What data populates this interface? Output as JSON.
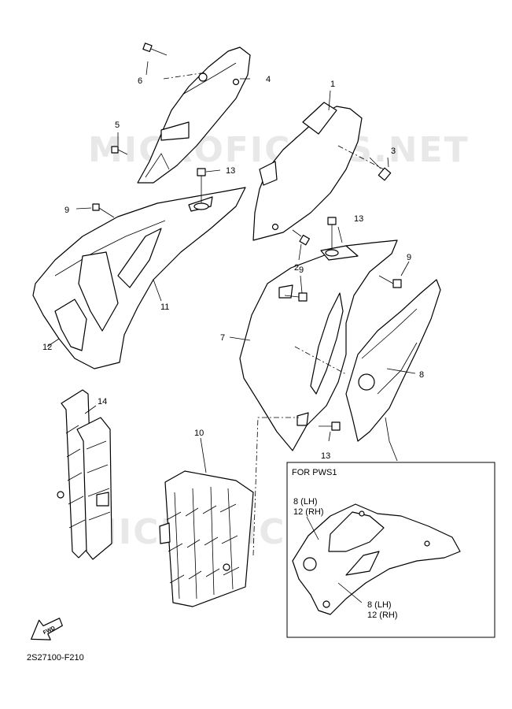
{
  "callouts": [
    {
      "id": "1",
      "label": "1"
    },
    {
      "id": "2",
      "label": "2"
    },
    {
      "id": "3",
      "label": "3"
    },
    {
      "id": "4",
      "label": "4"
    },
    {
      "id": "5",
      "label": "5"
    },
    {
      "id": "6",
      "label": "6"
    },
    {
      "id": "7",
      "label": "7"
    },
    {
      "id": "8",
      "label": "8"
    },
    {
      "id": "9a",
      "label": "9"
    },
    {
      "id": "9b",
      "label": "9"
    },
    {
      "id": "9c",
      "label": "9"
    },
    {
      "id": "10",
      "label": "10"
    },
    {
      "id": "11",
      "label": "11"
    },
    {
      "id": "12",
      "label": "12"
    },
    {
      "id": "13a",
      "label": "13"
    },
    {
      "id": "13b",
      "label": "13"
    },
    {
      "id": "13c",
      "label": "13"
    },
    {
      "id": "14",
      "label": "14"
    }
  ],
  "inset": {
    "title": "FOR PWS1",
    "label_top_1": "8  (LH)",
    "label_top_2": "12 (RH)",
    "label_bottom_1": "8  (LH)",
    "label_bottom_2": "12 (RH)"
  },
  "fwd_label": "FWD",
  "diagram_code": "2S27100-F210",
  "watermark": "MICROFICHES.NET"
}
